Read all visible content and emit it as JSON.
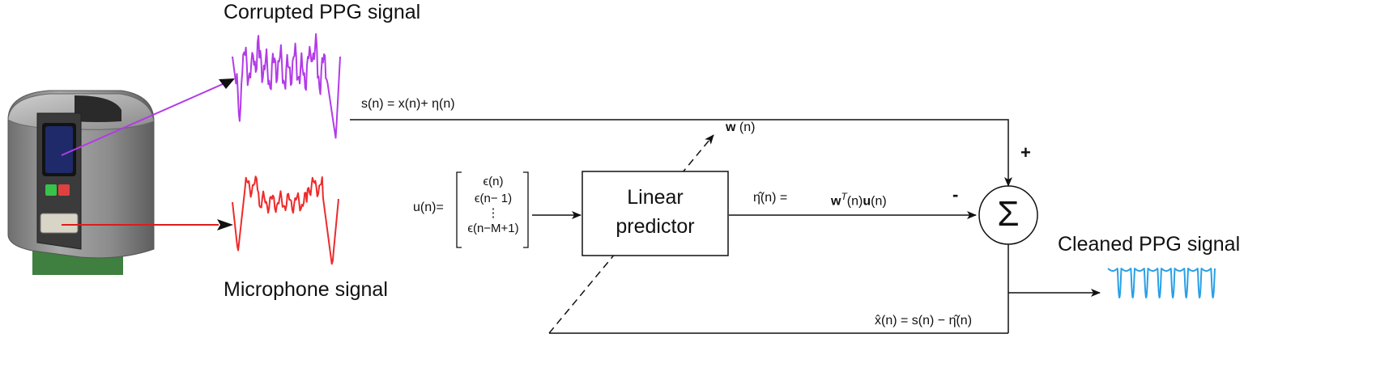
{
  "labels": {
    "corrupted_title": "Corrupted PPG signal",
    "microphone_title": "Microphone signal",
    "cleaned_title": "Cleaned PPG signal",
    "s_eq": "s(n) =   x(n)+ η(n)",
    "w_label": "w",
    "w_arg": " (n)",
    "u_eq": "u(n)=",
    "u_rows": [
      "ϵ(n)",
      "ϵ(n− 1)",
      "⋮",
      "ϵ(n−M+1)"
    ],
    "predictor_line1": "Linear",
    "predictor_line2": "predictor",
    "eta_hat_eq": "η̂(n) =",
    "wtu_w": "w",
    "wtu_T": "T",
    "wtu_n": "(n)",
    "wtu_u": "u",
    "wtu_n2": "(n)",
    "plus": "+",
    "minus": "-",
    "sigma": "Σ",
    "x_hat_eq": "x̂(n) =   s(n) − η̂(n)"
  },
  "colors": {
    "corrupted": "#b23be8",
    "microphone": "#ee2a2a",
    "cleaned": "#2aa0e6",
    "arrow_purple": "#b23be8",
    "arrow_red": "#dd1c1c",
    "device_body": "#8f8f8f",
    "device_dark": "#3a3a3a",
    "device_pcb": "#3d7a3d",
    "screen": "#1e2a6a"
  },
  "icons": {
    "device": "wearable-ppg-sensor-icon",
    "sum": "summation-icon"
  }
}
